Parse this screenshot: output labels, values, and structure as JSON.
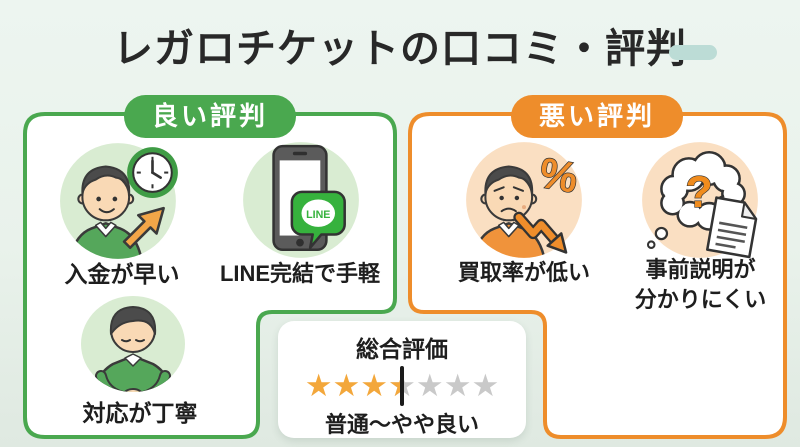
{
  "title": "レガロチケットの口コミ・評判",
  "good": {
    "header": "良い評判",
    "items": [
      {
        "label": "入金が早い",
        "icon": "person-clock-up-arrow"
      },
      {
        "label": "LINE完結で手軽",
        "icon": "smartphone-line-app"
      },
      {
        "label": "対応が丁寧",
        "icon": "bowing-person"
      }
    ],
    "line_badge_text": "LINE"
  },
  "bad": {
    "header": "悪い評判",
    "items": [
      {
        "label": "買取率が低い",
        "icon": "worried-person-percent-down-arrow"
      },
      {
        "line1": "事前説明が",
        "line2": "分かりにくい",
        "icon": "question-thought-cloud-document"
      }
    ],
    "percent_symbol": "%",
    "question_symbol": "?"
  },
  "rating": {
    "heading": "総合評価",
    "stars_total": 7,
    "stars_filled": 3.5,
    "caption": "普通〜やや良い"
  },
  "colors": {
    "good_accent": "#4aa84f",
    "bad_accent": "#ee8d2b",
    "good_circle": "#d9ecd2",
    "bad_circle": "#fadfc2",
    "star_filled": "#f3a73b",
    "star_empty": "#c9c9c9",
    "title_highlight": "#bcdcd6",
    "background": "#e9f2eb",
    "line_green": "#36b23d"
  }
}
